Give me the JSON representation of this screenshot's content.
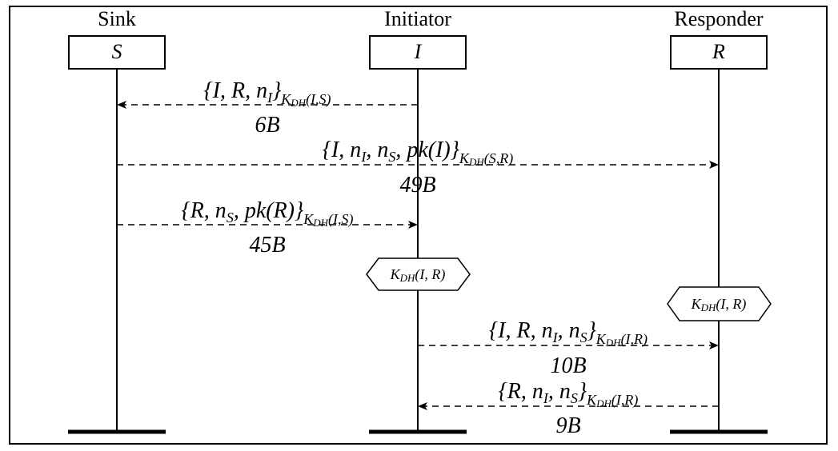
{
  "actors": [
    {
      "id": "sink",
      "role": "Sink",
      "symbol": "S"
    },
    {
      "id": "initiator",
      "role": "Initiator",
      "symbol": "I"
    },
    {
      "id": "responder",
      "role": "Responder",
      "symbol": "R"
    }
  ],
  "messages": [
    {
      "from": "initiator",
      "to": "sink",
      "body": "{I, R, n",
      "body_sub": "I",
      "body_close": "}",
      "key": "K",
      "key_sub": "DH",
      "key_args": "(I,S)",
      "size": "6B"
    },
    {
      "from": "sink",
      "to": "responder",
      "body": "{I, n",
      "body_sub": "I",
      "body_mid": ", n",
      "body_sub2": "S",
      "body_tail": ", pk(I)}",
      "key": "K",
      "key_sub": "DH",
      "key_args": "(S,R)",
      "size": "49B"
    },
    {
      "from": "sink",
      "to": "initiator",
      "body": "{R, n",
      "body_sub": "S",
      "body_tail": ", pk(R)}",
      "key": "K",
      "key_sub": "DH",
      "key_args": "(I,S)",
      "size": "45B"
    },
    {
      "from": "initiator",
      "to": "responder",
      "body": "{I, R, n",
      "body_sub": "I",
      "body_mid": ", n",
      "body_sub2": "S",
      "body_tail": "}",
      "key": "K",
      "key_sub": "DH",
      "key_args": "(I,R)",
      "size": "10B"
    },
    {
      "from": "responder",
      "to": "initiator",
      "body": "{R, n",
      "body_sub": "I",
      "body_mid": ", n",
      "body_sub2": "S",
      "body_tail": "}",
      "key": "K",
      "key_sub": "DH",
      "key_args": "(I,R)",
      "size": "9B"
    }
  ],
  "key_events": [
    {
      "actor": "initiator",
      "key": "K",
      "key_sub": "DH",
      "key_args": "(I, R)"
    },
    {
      "actor": "responder",
      "key": "K",
      "key_sub": "DH",
      "key_args": "(I, R)"
    }
  ]
}
